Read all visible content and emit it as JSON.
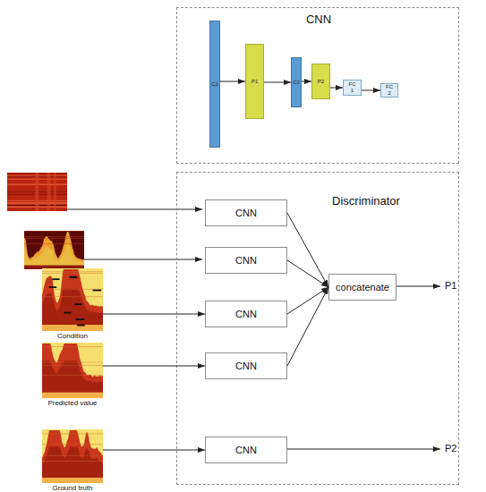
{
  "diagram": {
    "nodes": [
      {
        "text": [
          "CNN"
        ]
      },
      {
        "text": [
          "C1"
        ],
        "in": 0
      },
      {
        "text": [
          "P1"
        ],
        "in": 0
      },
      {
        "text": [
          "C2"
        ],
        "in": 0
      },
      {
        "text": [
          "P2"
        ],
        "in": 0
      },
      {
        "text": [
          "FC 1"
        ],
        "in": 0
      },
      {
        "text": [
          "FC 2"
        ],
        "in": 0
      },
      {
        "text": [
          "Condition"
        ]
      },
      {
        "text": [
          "Predicted value"
        ]
      },
      {
        "text": [
          "Ground truth"
        ]
      },
      {
        "text": [
          "Discriminator"
        ]
      },
      {
        "text": [
          "CNN"
        ],
        "in": 10
      },
      {
        "text": [
          "CNN"
        ],
        "in": 10
      },
      {
        "text": [
          "CNN"
        ],
        "in": 10
      },
      {
        "text": [
          "CNN"
        ],
        "in": 10
      },
      {
        "text": [
          "CNN"
        ],
        "in": 10
      },
      {
        "text": [
          "concatenate"
        ],
        "in": 10
      }
    ],
    "edges": [
      {
        "from": 1,
        "to": 2,
        "arrow": "to"
      },
      {
        "from": 2,
        "to": 3,
        "arrow": "to"
      },
      {
        "from": 3,
        "to": 4,
        "arrow": "to"
      },
      {
        "from": 4,
        "to": 5,
        "arrow": "to"
      },
      {
        "from": 5,
        "to": 6,
        "arrow": "to"
      },
      {
        "from": 7,
        "to": 13,
        "arrow": "to"
      },
      {
        "from": 8,
        "to": 14,
        "arrow": "to"
      },
      {
        "from": 9,
        "to": 15,
        "arrow": "to"
      },
      {
        "from": 11,
        "to": 16,
        "arrow": "to"
      },
      {
        "from": 12,
        "to": 16,
        "arrow": "to"
      },
      {
        "from": 13,
        "to": 16,
        "arrow": "to"
      },
      {
        "from": 14,
        "to": 16,
        "arrow": "to"
      }
    ],
    "labels": [
      "P1",
      "P2"
    ]
  }
}
